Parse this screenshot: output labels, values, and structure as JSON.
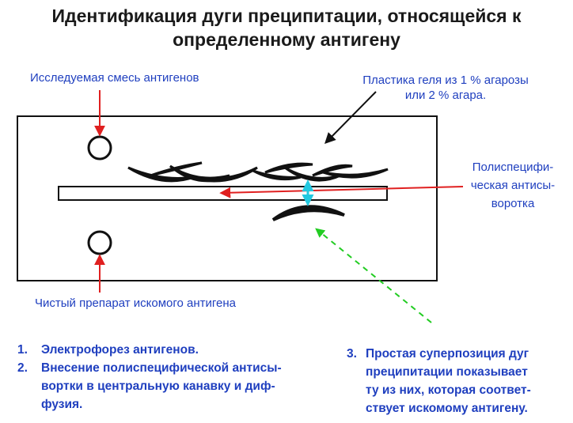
{
  "title": {
    "line1": "Идентификация дуги преципитации, относящейся к",
    "line2": "определенному антигену"
  },
  "labels": {
    "test_mixture": "Исследуемая смесь антигенов",
    "gel_plate_line1": "Пластика геля из 1 % агарозы",
    "gel_plate_line2": "или 2 % агара.",
    "antiserum_line1": "Полиспецифи-",
    "antiserum_line2": "ческая антисы-",
    "antiserum_line3": "воротка",
    "pure_antigen": "Чистый препарат искомого антигена"
  },
  "steps_left": [
    {
      "num": "1.",
      "lines": [
        "Электрофорез антигенов."
      ]
    },
    {
      "num": "2.",
      "lines": [
        "Внесение полиспецифической антисы-",
        "вортки в центральную канавку и диф-",
        "фузия."
      ]
    }
  ],
  "steps_right": [
    {
      "num": "3.",
      "lines": [
        "Простая суперпозиция дуг",
        "преципитации показывает",
        "ту из них, которая соответ-",
        "ствует искомому антигену."
      ]
    }
  ],
  "colors": {
    "text_blue": "#1f3fbf",
    "arrow_red": "#e02020",
    "arrow_cyan": "#22c8e0",
    "arrow_green": "#22cc22",
    "ink": "#111111"
  }
}
